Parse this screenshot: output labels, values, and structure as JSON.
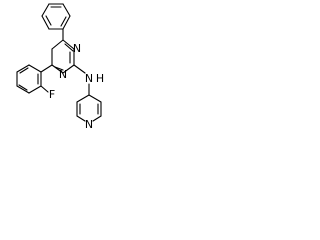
{
  "atoms": {
    "F": "F",
    "N_pyrimidine_top": "N",
    "N_pyrimidine_bottom": "N",
    "N_amine": "N",
    "H_amine": "H",
    "N_pyridine": "N"
  },
  "colors": {
    "bond": "#000000",
    "label": "#000000",
    "background": "#ffffff"
  }
}
